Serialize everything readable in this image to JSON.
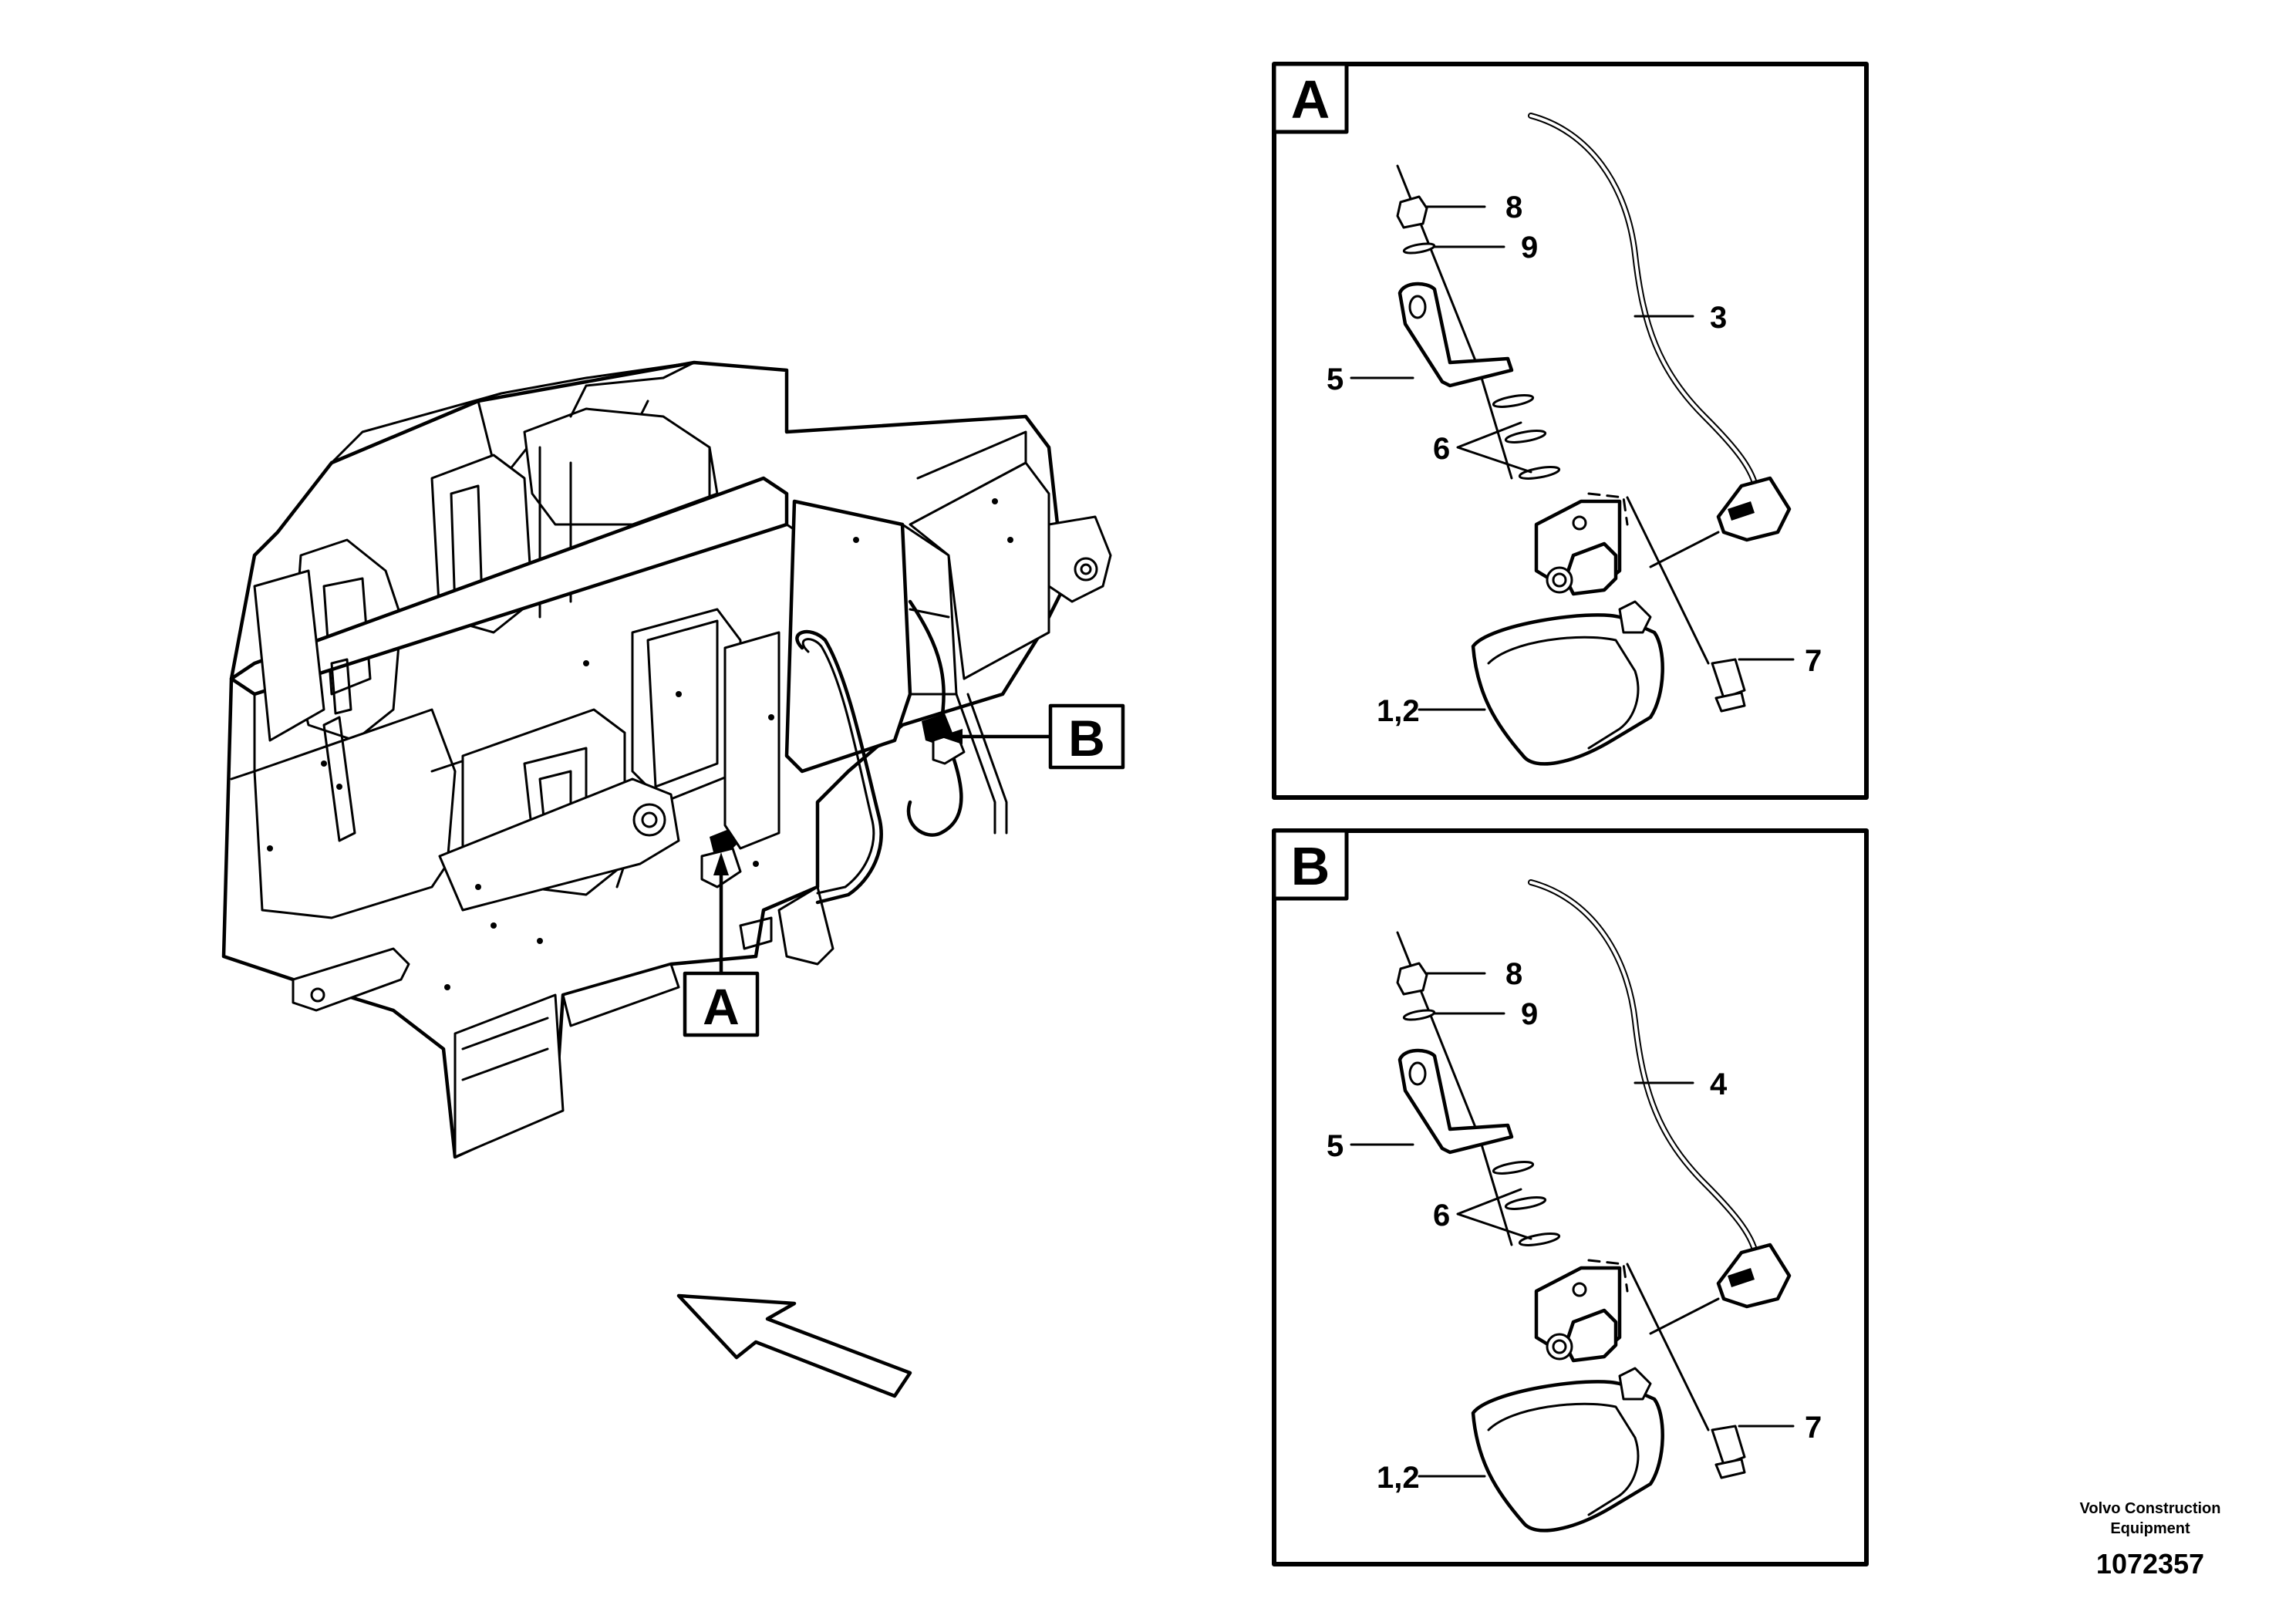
{
  "overview": {
    "callout_a": "A",
    "callout_b": "B"
  },
  "detail_a": {
    "tag": "A",
    "labels": {
      "nut": "8",
      "washer": "9",
      "cable": "3",
      "bracket": "5",
      "spacers": "6",
      "bolt": "7",
      "lamp": "1,2"
    }
  },
  "detail_b": {
    "tag": "B",
    "labels": {
      "nut": "8",
      "washer": "9",
      "cable": "4",
      "bracket": "5",
      "spacers": "6",
      "bolt": "7",
      "lamp": "1,2"
    }
  },
  "footer": {
    "company_line1": "Volvo Construction",
    "company_line2": "Equipment",
    "drawing_number": "1072357"
  }
}
